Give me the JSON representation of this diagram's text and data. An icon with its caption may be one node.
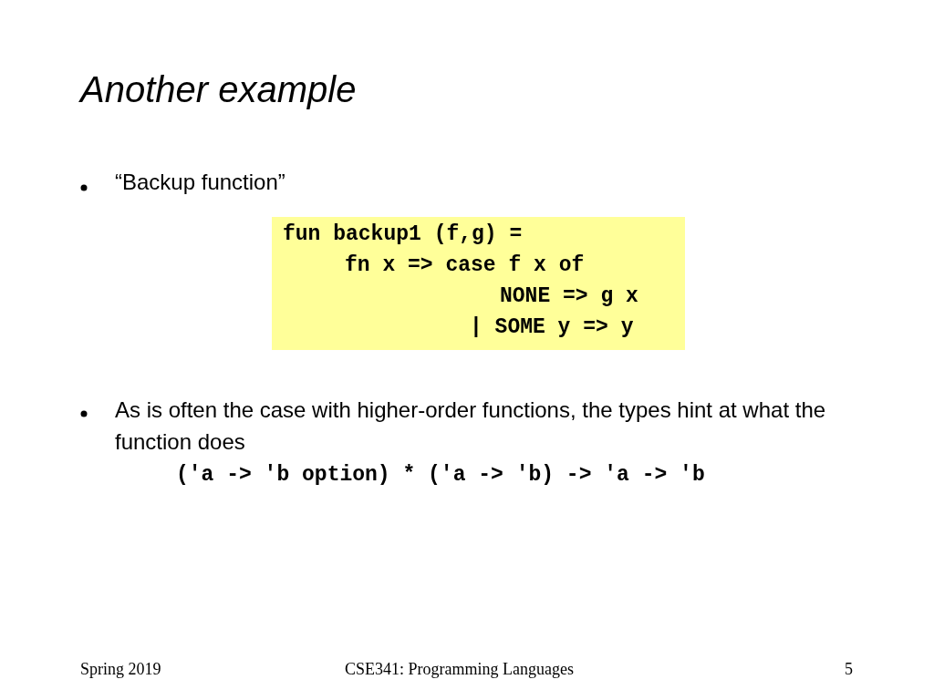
{
  "diagram": {
    "title": "Another example",
    "nodes": [
      {
        "text": [
          "fun backup1 (f,g) =",
          "fn x => case f x of",
          "NONE => g x",
          "| SOME y => y"
        ]
      }
    ],
    "labels": [
      "“Backup function”",
      "As is often the case with higher-order functions, the types hint at what the function does",
      "('a -> 'b option) * ('a -> 'b) -> 'a -> 'b",
      "Spring 2019",
      "CSE341: Programming Languages",
      "5"
    ]
  }
}
